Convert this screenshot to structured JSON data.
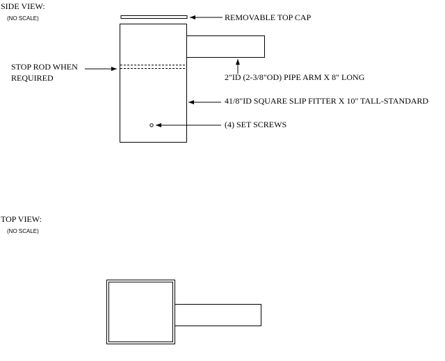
{
  "side_view": {
    "title": "SIDE VIEW:",
    "scale_note": "(NO SCALE)",
    "labels": {
      "top_cap": "REMOVABLE TOP CAP",
      "stop_rod_line1": "STOP ROD WHEN",
      "stop_rod_line2": "REQUIRED",
      "pipe_arm": "2\"ID (2-3/8\"OD)  PIPE ARM X 8\" LONG",
      "slip_fitter": "41/8\"ID SQUARE SLIP FITTER X 10\" TALL-STANDARD",
      "set_screws": "(4) SET SCREWS"
    }
  },
  "top_view": {
    "title": "TOP VIEW:",
    "scale_note": "(NO SCALE)"
  }
}
